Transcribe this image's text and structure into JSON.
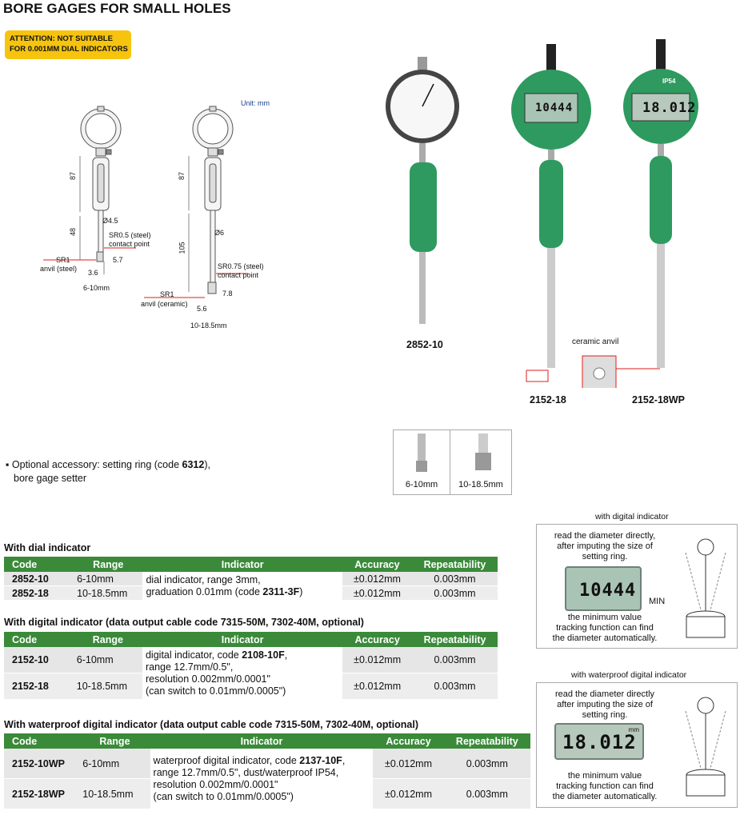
{
  "page": {
    "title": "BORE GAGES FOR SMALL  HOLES",
    "attention": [
      "ATTENTION: NOT SUITABLE",
      "FOR 0.001MM DIAL INDICATORS"
    ],
    "unit": "Unit: mm"
  },
  "drawing_left": {
    "dim_87": "87",
    "dim_48": "48",
    "phi": "Ø4.5",
    "sr": "SR0.5 (steel)",
    "sr2": "contact point",
    "sr1": "SR1",
    "anvil": "anvil (steel)",
    "d36": "3.6",
    "d57": "5.7",
    "range": "6-10mm"
  },
  "drawing_right": {
    "dim_87": "87",
    "dim_105": "105",
    "phi": "Ø6",
    "sr": "SR0.75 (steel)",
    "sr2": "contact point",
    "sr1": "SR1",
    "anvil": "anvil (ceramic)",
    "d56": "5.6",
    "d78": "7.8",
    "range": "10-18.5mm"
  },
  "products": {
    "p1": "2852-10",
    "p2": "2152-18",
    "p3": "2152-18WP",
    "ceramic": "ceramic anvil",
    "dial_lcd": "10444",
    "wp_lcd": "18.012",
    "dial_brand": "IP54"
  },
  "accessory": {
    "line1_pre": "Optional accessory: setting ring (code ",
    "code": "6312",
    "line1_post": "),",
    "line2": "bore gage setter",
    "thumb1": "6-10mm",
    "thumb2": "10-18.5mm"
  },
  "tables": {
    "headers": [
      "Code",
      "Range",
      "Indicator",
      "Accuracy",
      "Repeatability"
    ],
    "dial": {
      "title": "With dial indicator",
      "rows": [
        {
          "code": "2852-10",
          "range": "6-10mm",
          "accuracy": "±0.012mm",
          "rep": "0.003mm"
        },
        {
          "code": "2852-18",
          "range": "10-18.5mm",
          "accuracy": "±0.012mm",
          "rep": "0.003mm"
        }
      ],
      "indicator_1": "dial indicator, range 3mm,",
      "indicator_2_pre": "graduation 0.01mm (code ",
      "indicator_2_code": "2311-3F",
      "indicator_2_post": ")"
    },
    "digital": {
      "title": "With digital indicator (data output cable code 7315-50M, 7302-40M, optional)",
      "rows": [
        {
          "code": "2152-10",
          "range": "6-10mm",
          "accuracy": "±0.012mm",
          "rep": "0.003mm"
        },
        {
          "code": "2152-18",
          "range": "10-18.5mm",
          "accuracy": "±0.012mm",
          "rep": "0.003mm"
        }
      ],
      "indicator_1_pre": "digital indicator, code ",
      "indicator_1_code": "2108-10F",
      "indicator_1_post": ",",
      "indicator_2": "range 12.7mm/0.5\",",
      "indicator_3": "resolution 0.002mm/0.0001\"",
      "indicator_4": "(can switch to 0.01mm/0.0005\")"
    },
    "waterproof": {
      "title": "With waterproof digital indicator (data output cable code 7315-50M, 7302-40M, optional)",
      "rows": [
        {
          "code": "2152-10WP",
          "range": "6-10mm",
          "accuracy": "±0.012mm",
          "rep": "0.003mm"
        },
        {
          "code": "2152-18WP",
          "range": "10-18.5mm",
          "accuracy": "±0.012mm",
          "rep": "0.003mm"
        }
      ],
      "indicator_1_pre": "waterproof digital indicator, code ",
      "indicator_1_code": "2137-10F",
      "indicator_1_post": ",",
      "indicator_2": "range 12.7mm/0.5\", dust/waterproof IP54,",
      "indicator_3": "resolution 0.002mm/0.0001\"",
      "indicator_4": "(can switch to 0.01mm/0.0005\")"
    }
  },
  "callouts": {
    "digital": {
      "heading": "with digital indicator",
      "top": [
        "read the diameter directly,",
        "after imputing the size of",
        "setting ring."
      ],
      "min": "MIN",
      "bottom": [
        "the minimum value",
        "tracking function can find",
        "the diameter automatically."
      ],
      "lcd": "10444"
    },
    "waterproof": {
      "heading": "with waterproof digital indicator",
      "top": [
        "read the diameter directly",
        "after imputing the size of",
        "setting ring."
      ],
      "bottom": [
        "the minimum value",
        "tracking function can find",
        "the diameter automatically."
      ],
      "lcd": "18.012",
      "unit": "mm"
    }
  }
}
